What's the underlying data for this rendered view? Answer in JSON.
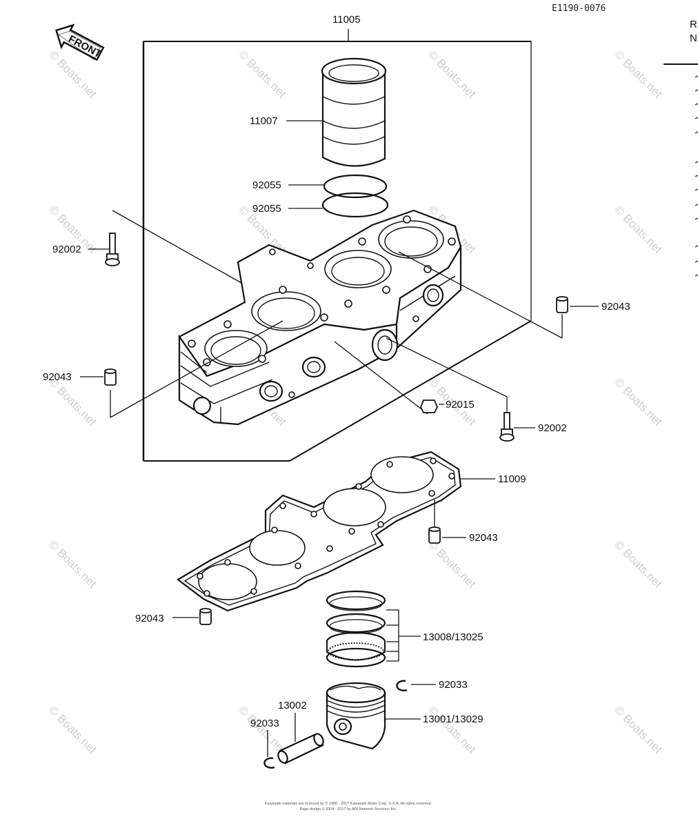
{
  "diagram": {
    "ref_code": "E1190-0076",
    "front_label": "FRONT",
    "margin_text": [
      "R",
      "N"
    ],
    "watermark": "© Boats.net",
    "footer": [
      "Kawasaki materials are licensed by © 1986 - 2017 Kawasaki Motor Corp. U.S.A. All rights reserved.",
      "Page design © 2004 - 2017 by ARI Network Services, Inc."
    ],
    "callouts": {
      "cyl_assy": "11005",
      "liner": "11007",
      "oring_a": "92055",
      "oring_b": "92055",
      "bolt_left": "92002",
      "bolt_right": "92002",
      "dowel_right": "92043",
      "dowel_left": "92043",
      "plug": "92015",
      "gasket": "11009",
      "dowel_gasket_right": "92043",
      "dowel_gasket_left": "92043",
      "rings": "13008/13025",
      "circlip_right": "92033",
      "pin": "13002",
      "circlip_left": "92033",
      "piston": "13001/13029"
    }
  }
}
